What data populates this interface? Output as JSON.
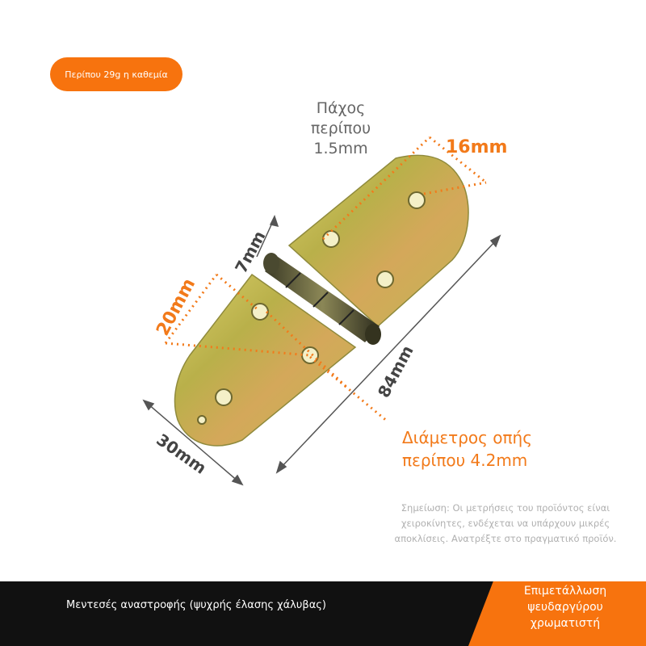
{
  "badge": {
    "text": "Περίπου 29g η καθεμία"
  },
  "labels": {
    "thickness": [
      "Πάχος",
      "περίπου",
      "1.5mm"
    ],
    "width_16": "16mm",
    "gap_7": "7mm",
    "spacing_20": "20mm",
    "length_84": "84mm",
    "width_30": "30mm",
    "hole_diameter": [
      "Διάμετρος οπής",
      "περίπου 4.2mm"
    ]
  },
  "note": [
    "Σημείωση: Οι μετρήσεις του προϊόντος είναι",
    "χειροκίνητες, ενδέχεται να υπάρχουν μικρές",
    "αποκλίσεις. Ανατρέξτε στο πραγματικό προϊόν."
  ],
  "footer": {
    "title": "Μεντεσές αναστροφής (ψυχρής έλασης χάλυβας)",
    "accent": [
      "Επιμετάλλωση",
      "ψευδαργύρου",
      "χρωματιστή"
    ]
  },
  "colors": {
    "accent": "#f7730e",
    "footer_bg": "#111111"
  }
}
